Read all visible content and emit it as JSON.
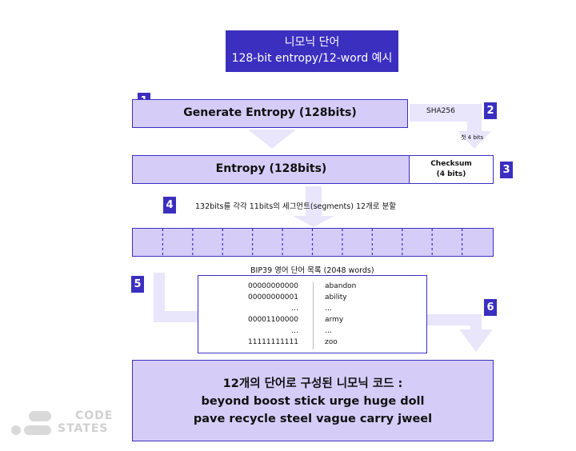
{
  "title": {
    "line1": "니모닉 단어",
    "line2": "128-bit entropy/12-word 예시"
  },
  "steps": [
    "1",
    "2",
    "3",
    "4",
    "5",
    "6"
  ],
  "generate": "Generate Entropy (128bits)",
  "sha": "SHA256",
  "first_bits": "첫 4 bits",
  "entropy": "Entropy (128bits)",
  "checksum": {
    "line1": "Checksum",
    "line2": "(4 bits)"
  },
  "split_text": "132bits를 각각 11bits의 세그먼트(segments) 12개로 분할",
  "segments_count": 12,
  "wordlist_title": "BIP39 영어 단어 목록 (2048 words)",
  "wordlist": [
    {
      "bits": "00000000000",
      "word": "abandon"
    },
    {
      "bits": "00000000001",
      "word": "ability"
    },
    {
      "bits": "…",
      "word": "…"
    },
    {
      "bits": "00001100000",
      "word": "army"
    },
    {
      "bits": "…",
      "word": "…"
    },
    {
      "bits": "11111111111",
      "word": "zoo"
    }
  ],
  "result": {
    "heading": "12개의 단어로 구성된 니모닉 코드 :",
    "line1": "beyond boost stick urge huge doll",
    "line2": "pave recycle steel vague carry jweel"
  },
  "logo": {
    "line1": "CODE",
    "line2": "STATES"
  },
  "colors": {
    "primary": "#3b2fc0",
    "fill": "#d5cdf8",
    "faded": "#e9e5fb"
  }
}
